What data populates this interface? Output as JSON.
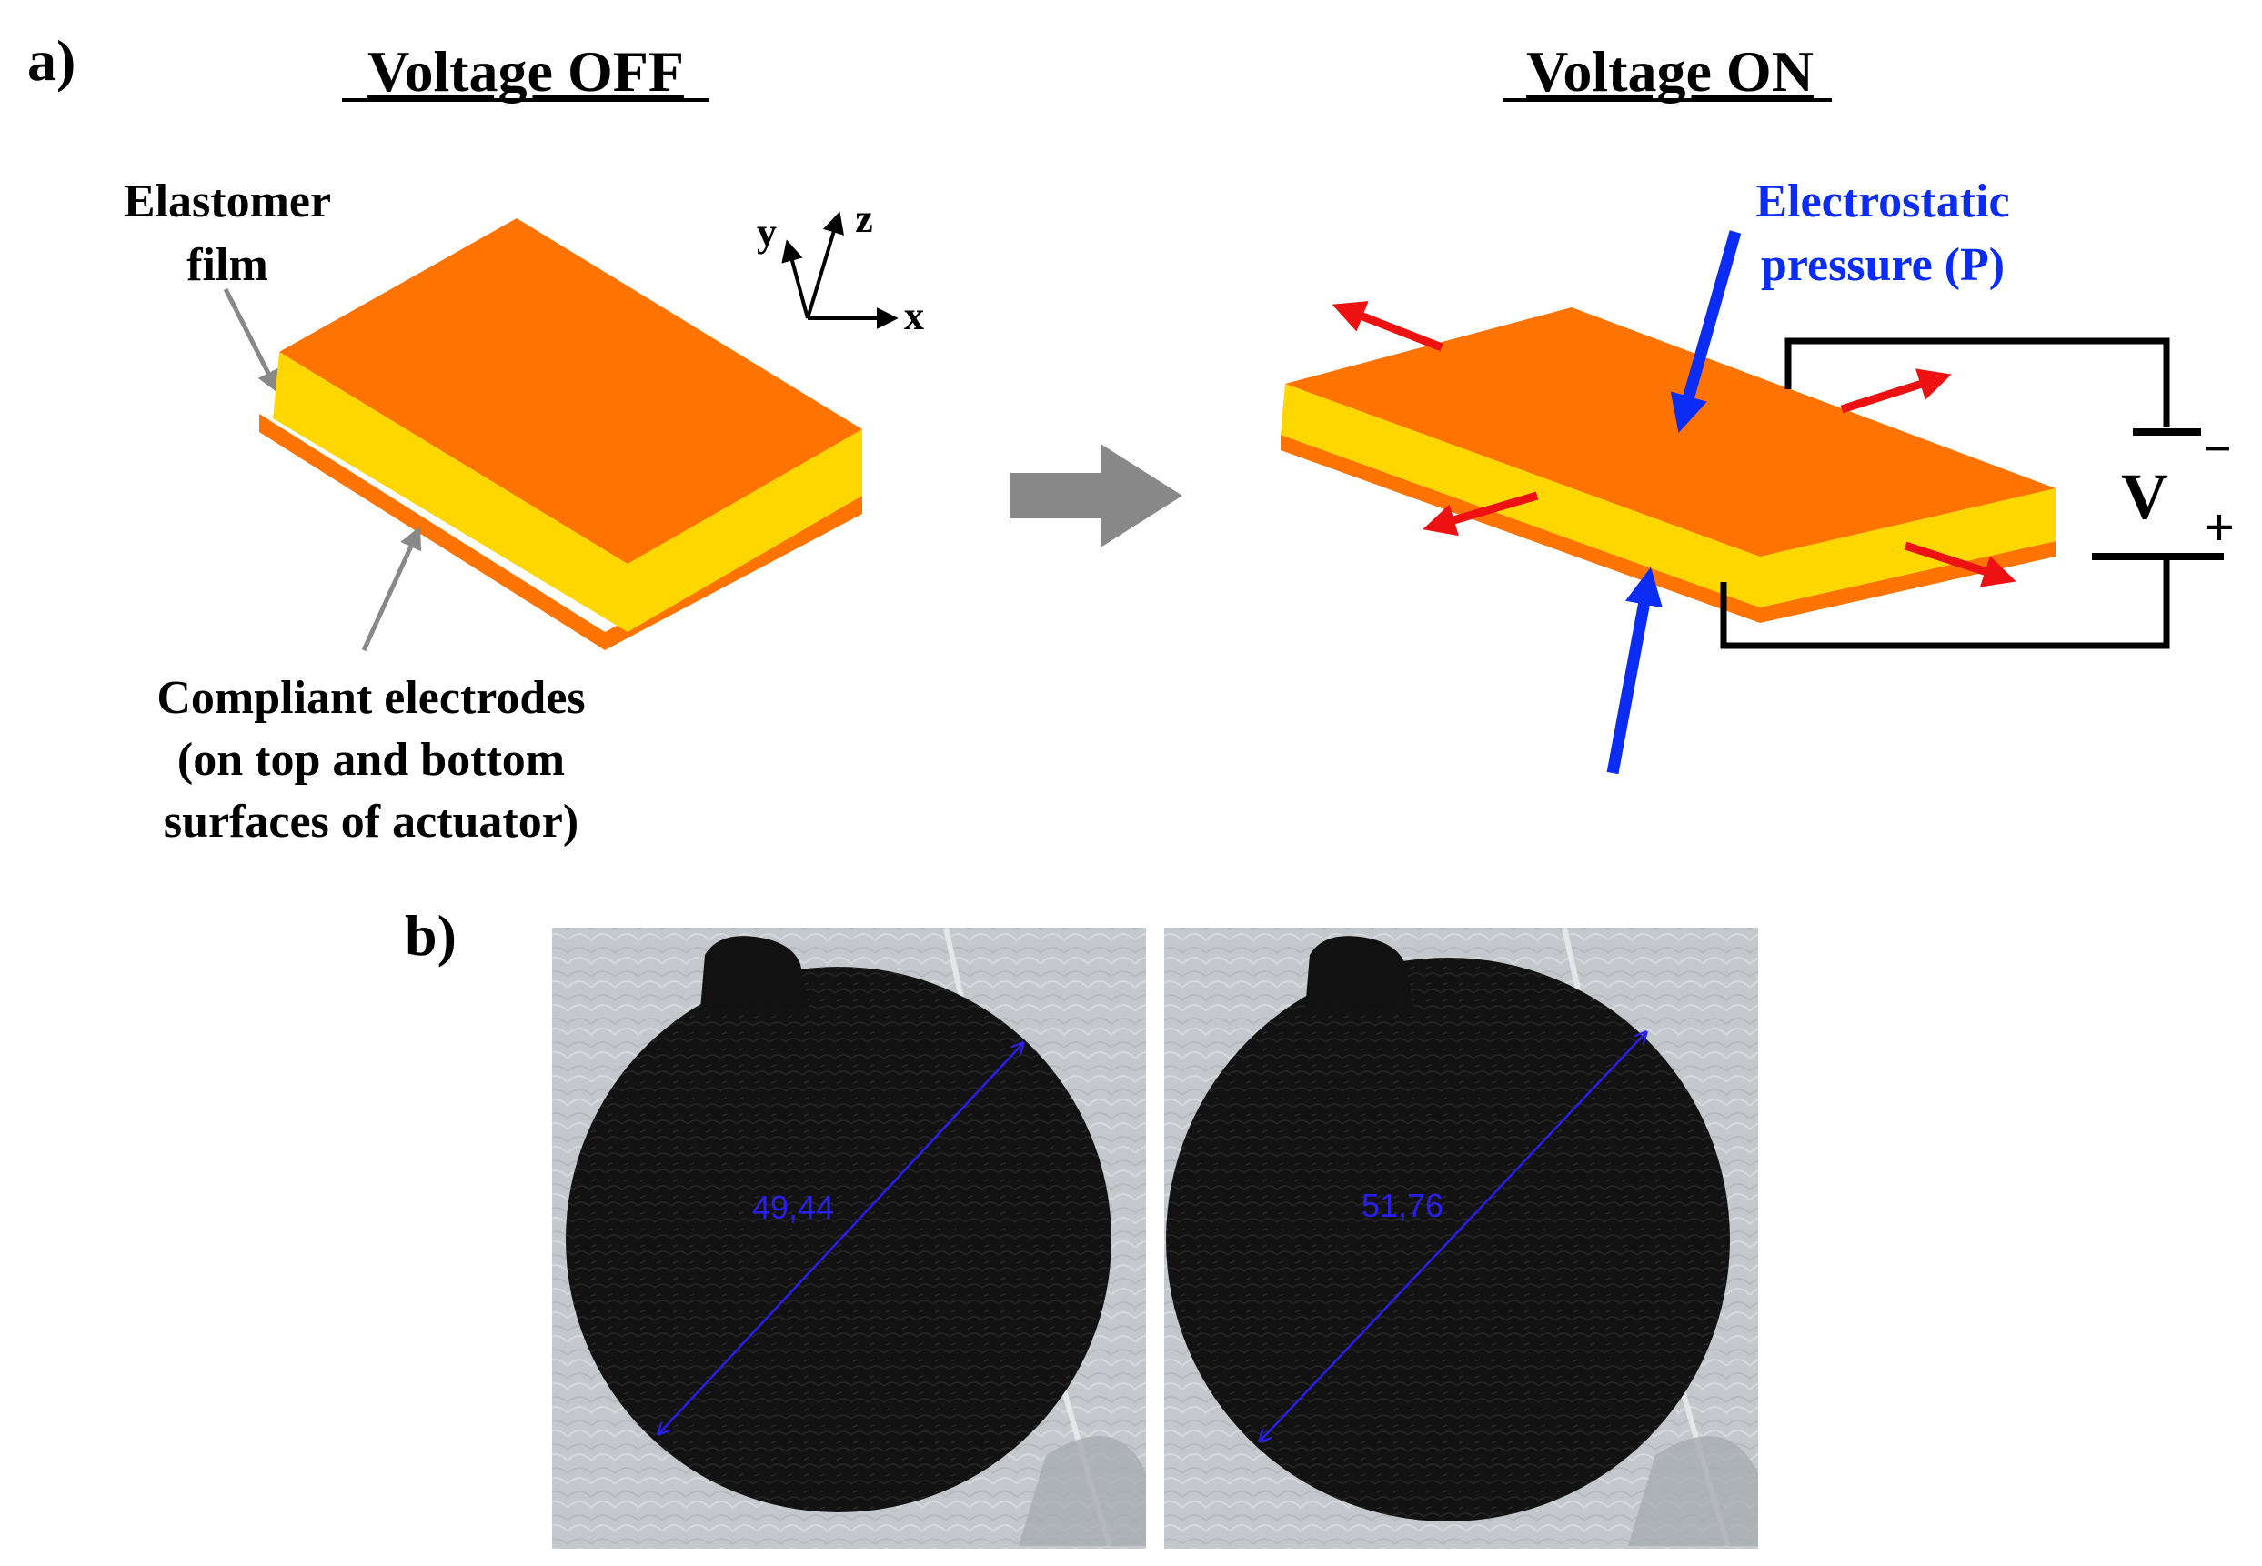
{
  "panel_a": {
    "label": "a)",
    "off_title": "Voltage OFF",
    "on_title": "Voltage ON",
    "elastomer_label": [
      "Elastomer",
      "film"
    ],
    "electrodes_label": [
      "Compliant electrodes",
      "(on top and bottom",
      "surfaces of actuator)"
    ],
    "axes": {
      "y": "y",
      "z": "z",
      "x": "x"
    },
    "pressure_label": [
      "Electrostatic",
      "pressure (P)"
    ],
    "voltage": {
      "symbol": "V",
      "minus": "−",
      "plus": "+"
    }
  },
  "panel_b": {
    "label": "b)",
    "photos": [
      {
        "measurement": "49,44"
      },
      {
        "measurement": "51,76"
      }
    ]
  },
  "colors": {
    "electrode": "#ff7300",
    "elastomer": "#ffd700",
    "pressure": "#0a2cf5",
    "expansion": "#ee1111",
    "process_arrow": "#888888",
    "pointer": "#888888",
    "circuit": "#000000",
    "measure_line": "#2a1ee8"
  }
}
